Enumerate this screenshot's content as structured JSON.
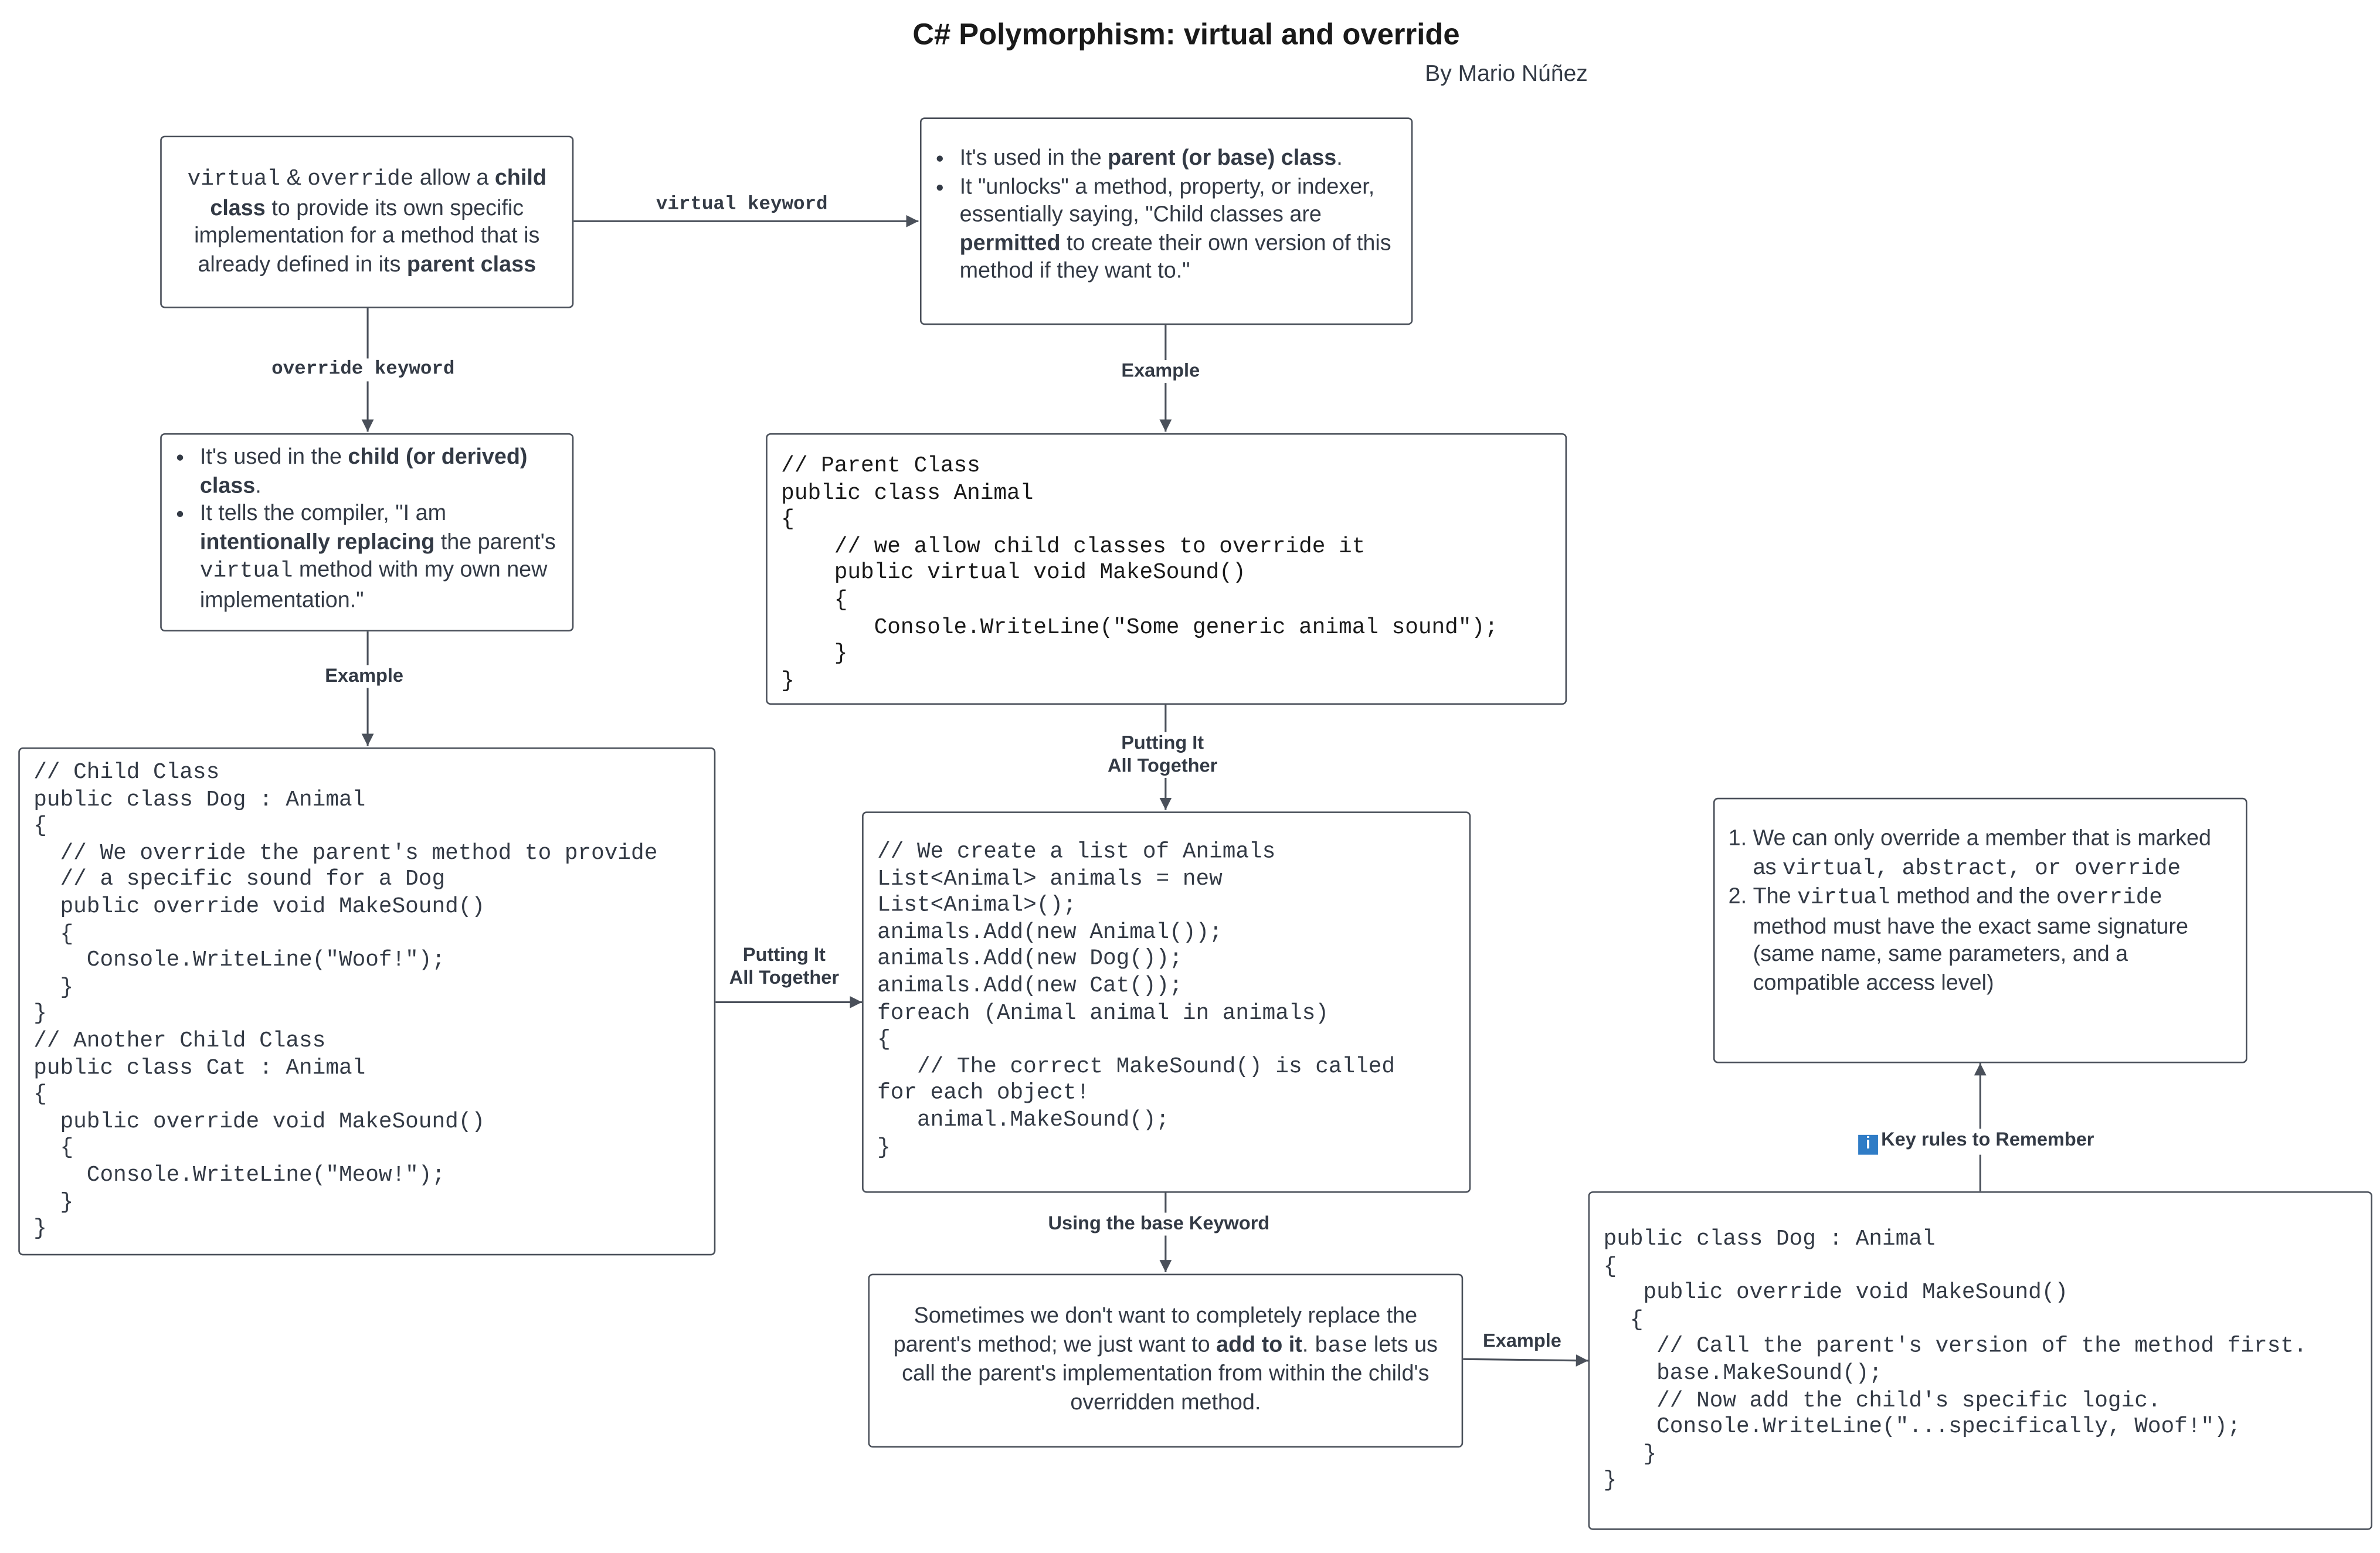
{
  "title": "C# Polymorphism: virtual and override",
  "author": "By Mario Núñez",
  "intro": {
    "kw_virtual": "virtual",
    "amp": " & ",
    "kw_override": "override",
    "t1": " allow a ",
    "b1": "child class",
    "t2": " to provide its own specific implementation for a method that is already defined in its ",
    "b2": "parent class"
  },
  "virtual_desc": {
    "b1_pre": "It's used in the ",
    "b1_bold": "parent (or base) class",
    "b1_post": ".",
    "b2_pre": "It \"unlocks\" a method, property, or indexer, essentially saying, \"Child classes are ",
    "b2_bold": "permitted",
    "b2_post": " to create their own version of this method if they want to.\""
  },
  "override_desc": {
    "b1_pre": "It's used in the ",
    "b1_bold": "child (or derived) class",
    "b1_post": ".",
    "b2_pre": "It tells the compiler, \"I am ",
    "b2_bold": "intentionally replacing",
    "b2_mid": " the parent's ",
    "b2_code": "virtual",
    "b2_post": " method with my own new implementation.\""
  },
  "code_parent": "// Parent Class\npublic class Animal\n{\n    // we allow child classes to override it\n    public virtual void MakeSound()\n    {\n       Console.WriteLine(\"Some generic animal sound\");\n    }\n}",
  "code_child": "// Child Class\npublic class Dog : Animal\n{\n  // We override the parent's method to provide\n  // a specific sound for a Dog\n  public override void MakeSound()\n  {\n    Console.WriteLine(\"Woof!\");\n  }\n}\n// Another Child Class\npublic class Cat : Animal\n{\n  public override void MakeSound()\n  {\n    Console.WriteLine(\"Meow!\");\n  }\n}",
  "code_list": "// We create a list of Animals\nList<Animal> animals = new\nList<Animal>();\nanimals.Add(new Animal());\nanimals.Add(new Dog());\nanimals.Add(new Cat());\nforeach (Animal animal in animals)\n{\n   // The correct MakeSound() is called\nfor each object!\n   animal.MakeSound();\n}",
  "base_desc": {
    "t1": "Sometimes we don't want to completely replace the parent's method; we just want to ",
    "b1": "add to it",
    "t2": ". ",
    "code": "base",
    "t3": " lets us call the parent's implementation from within the child's overridden method."
  },
  "code_base": "public class Dog : Animal\n{\n   public override void MakeSound()\n  {\n    // Call the parent's version of the method first.\n    base.MakeSound();\n    // Now add the child's specific logic.\n    Console.WriteLine(\"...specifically, Woof!\");\n   }\n}",
  "rules": {
    "r1_pre": "We can only override a member that is marked as ",
    "r1_code": "virtual, abstract, or override",
    "r2_pre": "The ",
    "r2_code1": "virtual",
    "r2_mid": " method and the ",
    "r2_code2": "override",
    "r2_post": " method must have the exact same signature (same name, same parameters, and a compatible access level)"
  },
  "edges": {
    "virtual_keyword": "virtual keyword",
    "override_keyword": "override keyword",
    "example_1": "Example",
    "example_2": "Example",
    "putting_1": "Putting It\nAll Together",
    "putting_2": "Putting It\nAll Together",
    "using_base": "Using the base Keyword",
    "example_3": "Example",
    "key_rules": "Key rules to Remember",
    "info_icon_glyph": "i"
  },
  "colors": {
    "line": "#4a505a",
    "text": "#333a45",
    "info": "#2f7cc6"
  }
}
